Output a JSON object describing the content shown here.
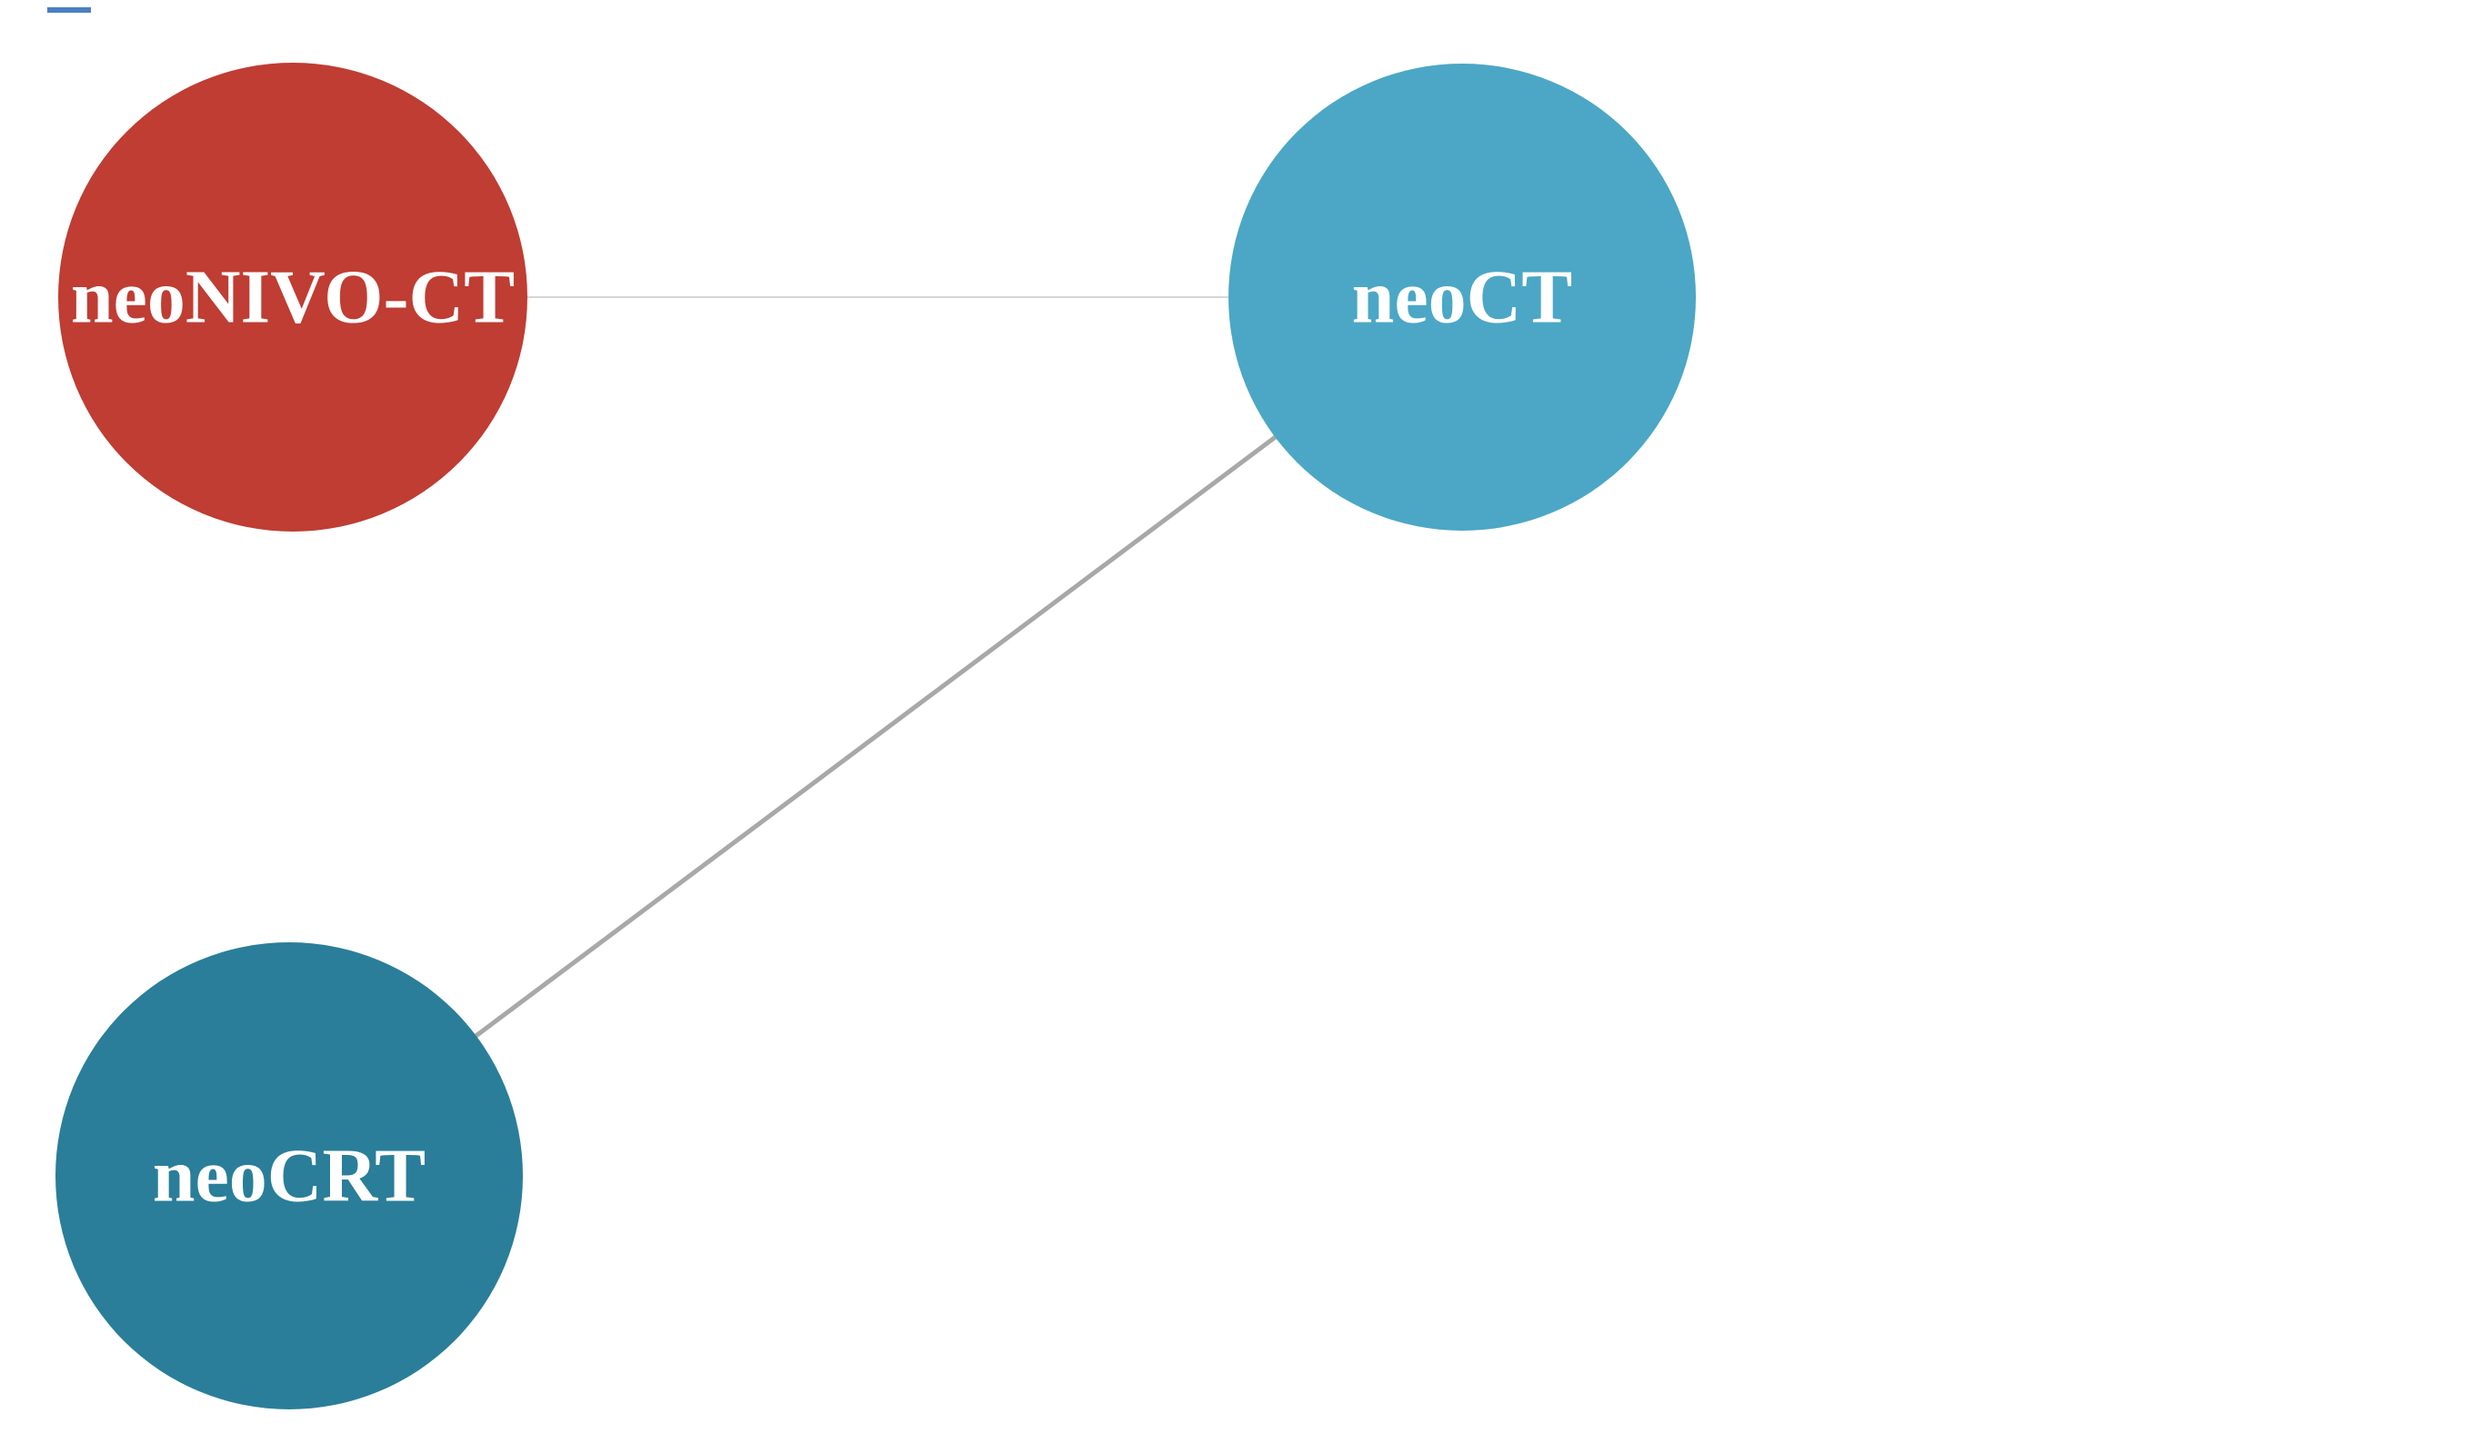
{
  "diagram": {
    "type": "network-plot",
    "background_color": "#ffffff",
    "label_color": "#ffffff",
    "thin_edge_color": "#d6d6d6",
    "thick_edge_color": "#a8a8a8",
    "artifact_color": "#4a7fc1",
    "nodes": [
      {
        "label": "neoNIVO-CT",
        "color": "#bf3d33"
      },
      {
        "label": "neoCT",
        "color": "#4ba7c5"
      },
      {
        "label": "neoCRT",
        "color": "#2a7e99"
      }
    ],
    "edges": [
      {
        "from": "neoNIVO-CT",
        "to": "neoCT",
        "thickness": "thin"
      },
      {
        "from": "neoCRT",
        "to": "neoCT",
        "thickness": "thick"
      }
    ]
  }
}
